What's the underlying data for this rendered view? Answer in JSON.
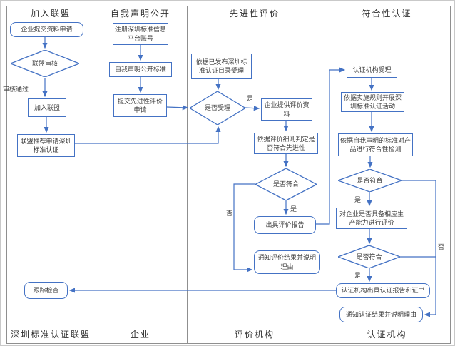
{
  "colors": {
    "accent": "#4472c4",
    "grid_line": "#8f8f8f",
    "text": "#3d3d3d"
  },
  "lanes": [
    {
      "header": "加入联盟",
      "footer": "深圳标准认证联盟"
    },
    {
      "header": "自我声明公开",
      "footer": "企业"
    },
    {
      "header": "先进性评价",
      "footer": "评价机构"
    },
    {
      "header": "符合性认证",
      "footer": "认证机构"
    }
  ],
  "nodes": [
    {
      "id": "submit-application",
      "shape": "rounded",
      "text": "企业提交资料申请"
    },
    {
      "id": "alliance-review",
      "shape": "diamond",
      "text": "联盟审核"
    },
    {
      "id": "join-alliance",
      "shape": "rect",
      "text": "加入联盟"
    },
    {
      "id": "alliance-recommend",
      "shape": "rect",
      "text": "联盟推荐申请深圳标准认证"
    },
    {
      "id": "tracking-inspection",
      "shape": "rounded",
      "text": "跟踪检查"
    },
    {
      "id": "register-account",
      "shape": "rect",
      "text": "注册深圳标准信息平台账号"
    },
    {
      "id": "self-declare",
      "shape": "rect",
      "text": "自我声明公开标准"
    },
    {
      "id": "submit-evaluation",
      "shape": "rect",
      "text": "提交先进性评价申请"
    },
    {
      "id": "accept-per-catalog",
      "shape": "rect",
      "text": "依据已发布深圳标准认证目录受理"
    },
    {
      "id": "whether-accept",
      "shape": "diamond",
      "text": "是否受理"
    },
    {
      "id": "provide-materials",
      "shape": "rect",
      "text": "企业提供评价资料"
    },
    {
      "id": "judge-advancement",
      "shape": "rect",
      "text": "依据评价细则判定是否符合先进性"
    },
    {
      "id": "eval-conform",
      "shape": "diamond",
      "text": "是否符合"
    },
    {
      "id": "issue-eval-report",
      "shape": "rounded",
      "text": "出具评价报告"
    },
    {
      "id": "notify-eval-result",
      "shape": "rounded",
      "text": "通知评价结果并说明理由"
    },
    {
      "id": "cert-body-accept",
      "shape": "rect",
      "text": "认证机构受理"
    },
    {
      "id": "cert-activity",
      "shape": "rect",
      "text": "依据实施规则开展深圳标准认证活动"
    },
    {
      "id": "conformity-testing",
      "shape": "rect",
      "text": "依据自我声明的标准对产品进行符合性检测"
    },
    {
      "id": "cert-conform-1",
      "shape": "diamond",
      "text": "是否符合"
    },
    {
      "id": "capability-eval",
      "shape": "rect",
      "text": "对企业是否具备相应生产能力进行评价"
    },
    {
      "id": "cert-conform-2",
      "shape": "diamond",
      "text": "是否符合"
    },
    {
      "id": "issue-cert",
      "shape": "rounded",
      "text": "认证机构出具认证报告和证书"
    },
    {
      "id": "notify-cert-result",
      "shape": "rounded",
      "text": "通知认证结果并说明理由"
    }
  ],
  "labels": [
    {
      "id": "review-passed",
      "text": "审核通过"
    },
    {
      "id": "accept-yes",
      "text": "是"
    },
    {
      "id": "eval-conform-yes",
      "text": "是"
    },
    {
      "id": "eval-conform-no",
      "text": "否"
    },
    {
      "id": "cert-conform-1-yes",
      "text": "是"
    },
    {
      "id": "cert-conform-2-yes",
      "text": "是"
    },
    {
      "id": "cert-conform-no",
      "text": "否"
    }
  ]
}
